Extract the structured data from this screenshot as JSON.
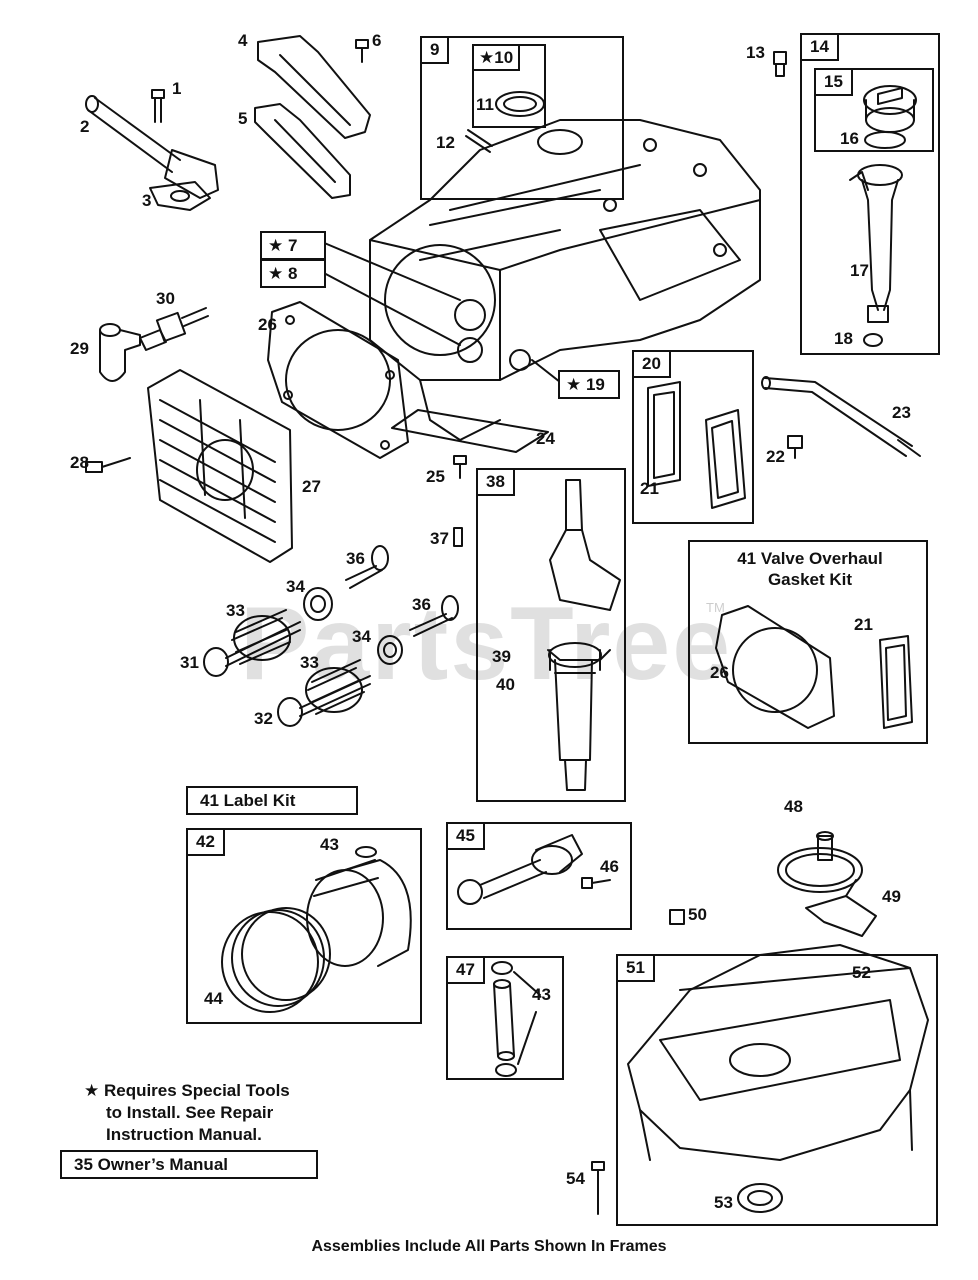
{
  "watermark": "PartsTree",
  "trademark": "TM",
  "frames": {
    "f9": "9",
    "f14": "14",
    "f15": "15",
    "f20": "20",
    "f38": "38",
    "f42": "42",
    "f45": "45",
    "f47": "47",
    "f51": "51"
  },
  "star_parts": {
    "p10": "★10",
    "p7": "★ 7",
    "p8": "★ 8",
    "p19": "★ 19"
  },
  "labels": {
    "l1": "1",
    "l2": "2",
    "l3": "3",
    "l4": "4",
    "l5": "5",
    "l6": "6",
    "l11": "11",
    "l12": "12",
    "l13": "13",
    "l16": "16",
    "l17": "17",
    "l18": "18",
    "l21a": "21",
    "l21b": "21",
    "l22": "22",
    "l23": "23",
    "l24": "24",
    "l25": "25",
    "l26a": "26",
    "l26b": "26",
    "l27": "27",
    "l28": "28",
    "l29": "29",
    "l30": "30",
    "l31": "31",
    "l32": "32",
    "l33a": "33",
    "l33b": "33",
    "l34a": "34",
    "l34b": "34",
    "l36a": "36",
    "l36b": "36",
    "l37": "37",
    "l39": "39",
    "l40": "40",
    "l43a": "43",
    "l43b": "43",
    "l44": "44",
    "l46": "46",
    "l48": "48",
    "l49": "49",
    "l50": "50",
    "l52": "52",
    "l53": "53",
    "l54": "54"
  },
  "kits": {
    "valve_overhaul_line1": "41  Valve Overhaul",
    "valve_overhaul_line2": "Gasket Kit",
    "label_kit": "41  Label Kit",
    "owners_manual": "35  Owner’s Manual"
  },
  "note": {
    "line1": "★ Requires Special Tools",
    "line2": "to Install. See Repair",
    "line3": "Instruction Manual."
  },
  "footer": "Assemblies Include All Parts Shown In Frames"
}
